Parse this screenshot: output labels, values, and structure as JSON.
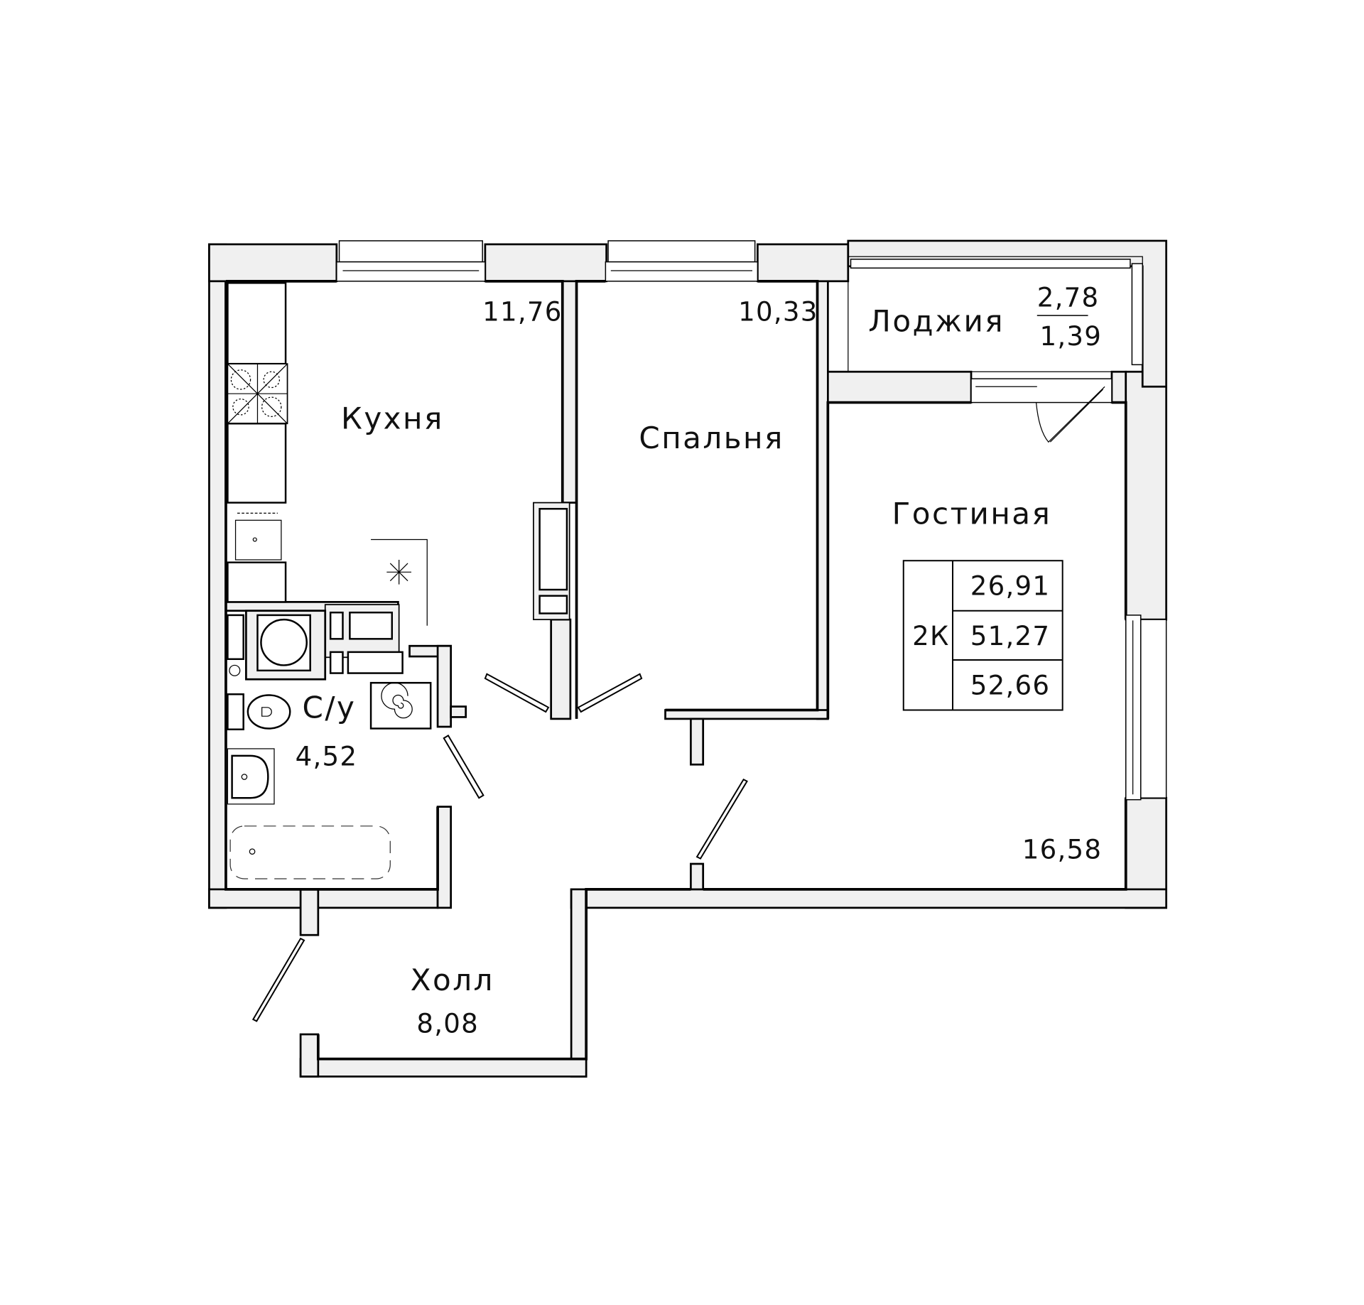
{
  "plan": {
    "apartment_type": "2К",
    "totals": {
      "living_area": "26,91",
      "total_area": "51,27",
      "total_with_loggia": "52,66"
    },
    "rooms": {
      "kitchen": {
        "label": "Кухня",
        "area": "11,76"
      },
      "bedroom": {
        "label": "Спальня",
        "area": "10,33"
      },
      "loggia": {
        "label": "Лоджия",
        "area": "2,78",
        "area_reduced": "1,39"
      },
      "living": {
        "label": "Гостиная",
        "area": "16,58"
      },
      "bathroom": {
        "label": "С/у",
        "area": "4,52"
      },
      "hall": {
        "label": "Холл",
        "area": "8,08"
      }
    },
    "colors": {
      "wall_fill": "#f0f0f0",
      "line": "#000000",
      "background": "#ffffff"
    }
  }
}
